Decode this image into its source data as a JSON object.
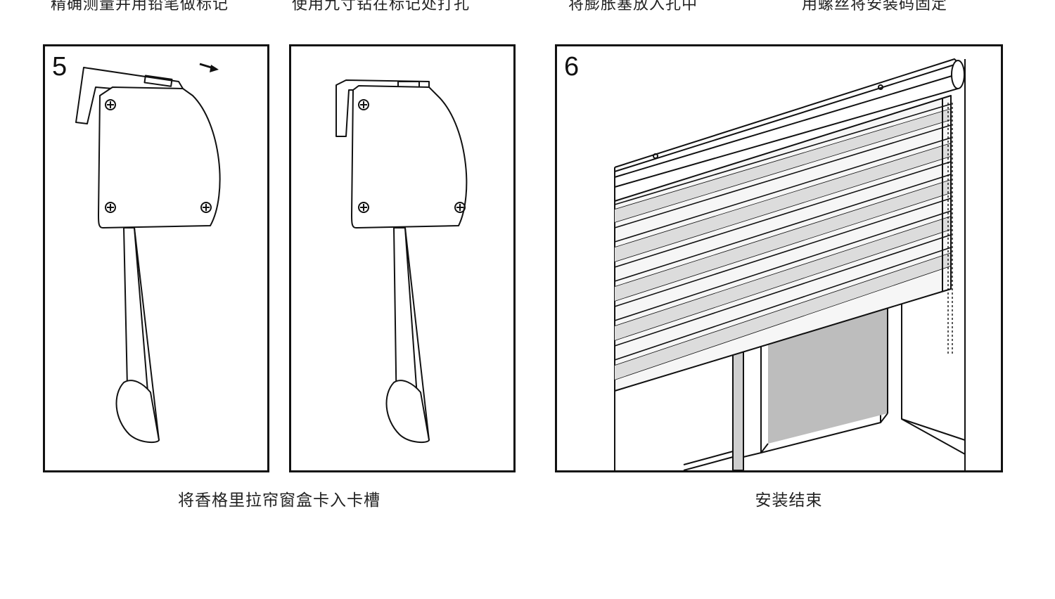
{
  "top_captions": [
    "精确测量并用铅笔做标记",
    "使用九寸钻在标记处打孔",
    "将膨胀塞放入孔中",
    "用螺丝将安装码固定"
  ],
  "panels": [
    {
      "step": "5"
    },
    {
      "step": ""
    },
    {
      "step": "6"
    }
  ],
  "captions": {
    "left": "将香格里拉帘窗盒卡入卡槽",
    "right": "安装结束"
  },
  "colors": {
    "line": "#111111",
    "slat_shade": "#dcdcdc",
    "frame_shade": "#bdbdbd"
  }
}
